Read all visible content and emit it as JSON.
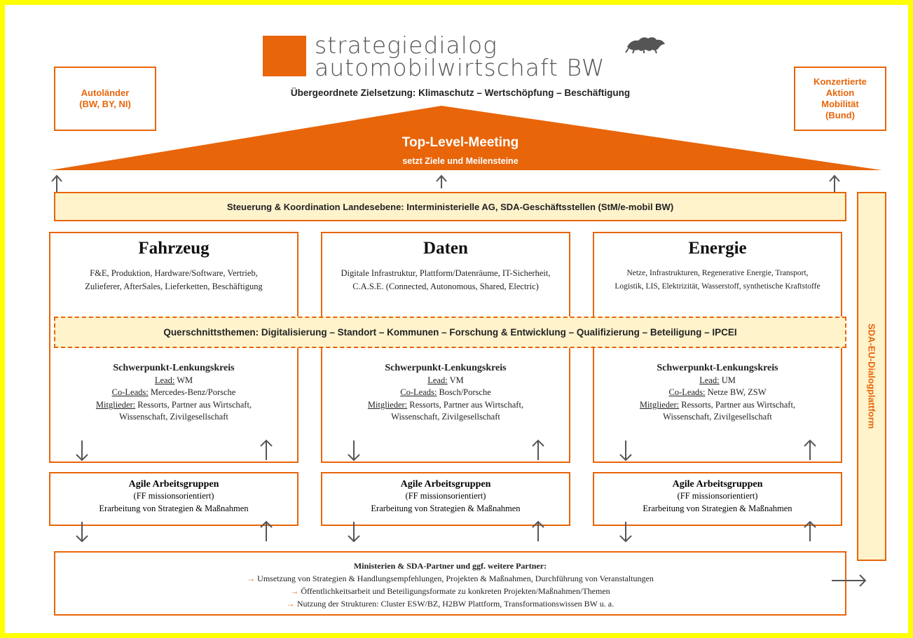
{
  "logo": {
    "line1": "strategiedialog",
    "line2": "automobilwirtschaft BW"
  },
  "subtitle": "Übergeordnete Zielsetzung: Klimaschutz – Wertschöpfung – Beschäftigung",
  "left_box": {
    "lines": [
      "Autoländer",
      "(BW, BY, NI)"
    ]
  },
  "right_box": {
    "lines": [
      "Konzertierte",
      "Aktion",
      "Mobilität",
      "(Bund)"
    ]
  },
  "roof": {
    "title": "Top-Level-Meeting",
    "subtitle": "setzt Ziele und Meilensteine"
  },
  "steuerung": "Steuerung & Koordination Landesebene: Interministerielle AG, SDA-Geschäftsstellen (StM/e-mobil BW)",
  "eu_platform": "SDA-EU-Dialogplattform",
  "querschnitt": "Querschnittsthemen: Digitalisierung – Standort – Kommunen – Forschung & Entwicklung – Qualifizierung – Beteiligung – IPCEI",
  "pillars": [
    {
      "title": "Fahrzeug",
      "desc1": "F&E, Produktion, Hardware/Software, Vertrieb,",
      "desc2": "Zulieferer, AfterSales, Lieferketten, Beschäftigung",
      "lk_title": "Schwerpunkt-Lenkungskreis",
      "lead_label": "Lead:",
      "lead": " WM",
      "colead_label": "Co-Leads:",
      "colead": " Mercedes-Benz/Porsche",
      "mitglieder_label": "Mitglieder:",
      "mitglieder": " Ressorts, Partner aus Wirtschaft,",
      "mitglieder2": "Wissenschaft, Zivilgesellschaft"
    },
    {
      "title": "Daten",
      "desc1": "Digitale Infrastruktur, Plattform/Datenräume, IT-Sicherheit,",
      "desc2": "C.A.S.E. (Connected, Autonomous, Shared, Electric)",
      "lk_title": "Schwerpunkt-Lenkungskreis",
      "lead_label": "Lead:",
      "lead": " VM",
      "colead_label": "Co-Leads:",
      "colead": " Bosch/Porsche",
      "mitglieder_label": "Mitglieder:",
      "mitglieder": " Ressorts, Partner aus Wirtschaft,",
      "mitglieder2": "Wissenschaft, Zivilgesellschaft"
    },
    {
      "title": "Energie",
      "desc1": "Netze, Infrastrukturen, Regenerative Energie, Transport,",
      "desc2": "Logistik, LIS, Elektrizität, Wasserstoff, synthetische Kraftstoffe",
      "lk_title": "Schwerpunkt-Lenkungskreis",
      "lead_label": "Lead:",
      "lead": " UM",
      "colead_label": "Co-Leads:",
      "colead": " Netze BW, ZSW",
      "mitglieder_label": "Mitglieder:",
      "mitglieder": " Ressorts, Partner aus Wirtschaft,",
      "mitglieder2": "Wissenschaft, Zivilgesellschaft"
    }
  ],
  "agile": {
    "title": "Agile Arbeitsgruppen",
    "sub1": "(FF missionsorientiert)",
    "sub2": "Erarbeitung von Strategien & Maßnahmen"
  },
  "ministerien": {
    "title": "Ministerien & SDA-Partner und ggf. weitere Partner:",
    "lines": [
      "Umsetzung von Strategien & Handlungsempfehlungen, Projekten & Maßnahmen, Durchführung von Veranstaltungen",
      "Öffentlichkeitsarbeit und Beteiligungsformate zu konkreten Projekten/Maßnahmen/Themen",
      "Nutzung der Strukturen: Cluster ESW/BZ, H2BW Plattform, Transformationswissen BW u. a."
    ],
    "bullet": "→"
  },
  "colors": {
    "accent": "#e8650a",
    "fill": "#fff3cc",
    "border": "#ffff00",
    "arrow": "#555555"
  }
}
